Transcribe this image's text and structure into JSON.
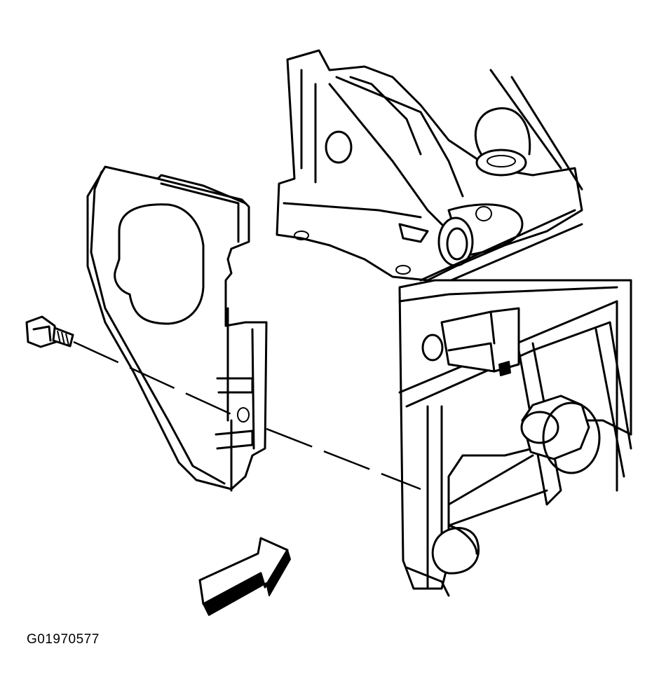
{
  "figure": {
    "caption_code": "G01970577",
    "parts": [
      "timing-cover",
      "bolt",
      "engine-block",
      "view-arrow"
    ]
  }
}
